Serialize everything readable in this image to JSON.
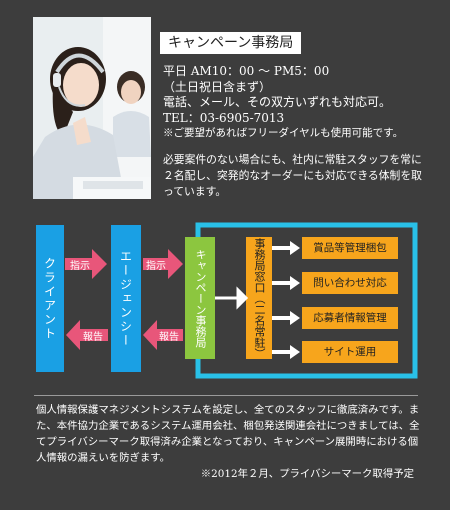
{
  "photo": {
    "alt": "operator-with-headset"
  },
  "title": "キャンペーン事務局",
  "hours": [
    "平日 AM10：00 ～ PM5：00",
    "（土日祝日含まず）",
    "電話、メール、その双方いずれも対応可。",
    "TEL：03-6905-7013"
  ],
  "hours_note": "※ご要望があればフリーダイヤルも使用可能です。",
  "description": "必要案件のない場合にも、社内に常駐スタッフを常に２名配し、突発的なオーダーにも対応できる体制を取っています。",
  "diagram": {
    "client": "クライアント",
    "agency": "エージェンシー",
    "campaign_office": "キャンペーン事務局",
    "window": "事務局窓口（二名常駐）",
    "arrow_instruct_1": "指示",
    "arrow_instruct_2": "指示",
    "arrow_report_1": "報告",
    "arrow_report_2": "報告",
    "tasks": [
      "賞品等管理梱包",
      "問い合わせ対応",
      "応募者情報管理",
      "サイト運用"
    ],
    "colors": {
      "blue": "#1aa0e4",
      "green": "#8cc63f",
      "orange": "#f7a51c",
      "pink": "#e8567a",
      "cyan": "#29c1e8"
    }
  },
  "notes": "個人情報保護マネジメントシステムを設定し、全てのスタッフに徹底済みです。また、本件協力企業であるシステム運用会社、梱包発送関連会社につきましては、全てプライバシーマーク取得済み企業となっており、キャンペーン展開時における個人情報の漏えいを防ぎます。",
  "note_right": "※2012年２月、プライバシーマーク取得予定"
}
